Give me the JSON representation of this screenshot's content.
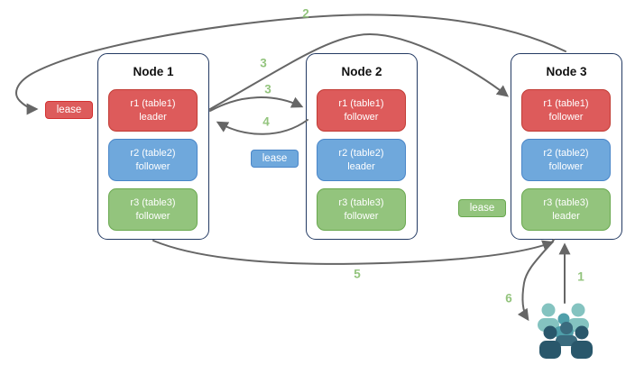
{
  "diagram": {
    "colors": {
      "replica_red": "#DD5B5B",
      "replica_red_border": "#C13B34",
      "replica_blue": "#6FA8DC",
      "replica_blue_border": "#4A86C8",
      "replica_green": "#93C47D",
      "replica_green_border": "#69A84F",
      "node_border": "#233A63",
      "arrow": "#666666",
      "step_label": "#93C47D",
      "users_light": "#84C3C0",
      "users_mid": "#4F9FAA",
      "users_mid_dark": "#3A6B7E",
      "users_dark": "#29576B"
    },
    "nodes": [
      {
        "title": "Node 1",
        "replicas": [
          {
            "name": "r1 (table1)",
            "role": "leader",
            "color": "red"
          },
          {
            "name": "r2 (table2)",
            "role": "follower",
            "color": "blue"
          },
          {
            "name": "r3 (table3)",
            "role": "follower",
            "color": "green"
          }
        ]
      },
      {
        "title": "Node 2",
        "replicas": [
          {
            "name": "r1 (table1)",
            "role": "follower",
            "color": "red"
          },
          {
            "name": "r2 (table2)",
            "role": "leader",
            "color": "blue"
          },
          {
            "name": "r3 (table3)",
            "role": "follower",
            "color": "green"
          }
        ]
      },
      {
        "title": "Node 3",
        "replicas": [
          {
            "name": "r1 (table1)",
            "role": "follower",
            "color": "red"
          },
          {
            "name": "r2 (table2)",
            "role": "follower",
            "color": "blue"
          },
          {
            "name": "r3 (table3)",
            "role": "leader",
            "color": "green"
          }
        ]
      }
    ],
    "leases": [
      {
        "label": "lease",
        "color": "red"
      },
      {
        "label": "lease",
        "color": "blue"
      },
      {
        "label": "lease",
        "color": "green"
      }
    ],
    "steps": {
      "step1": "1",
      "step2": "2",
      "step3a": "3",
      "step3b": "3",
      "step4": "4",
      "step5": "5",
      "step6": "6"
    }
  }
}
